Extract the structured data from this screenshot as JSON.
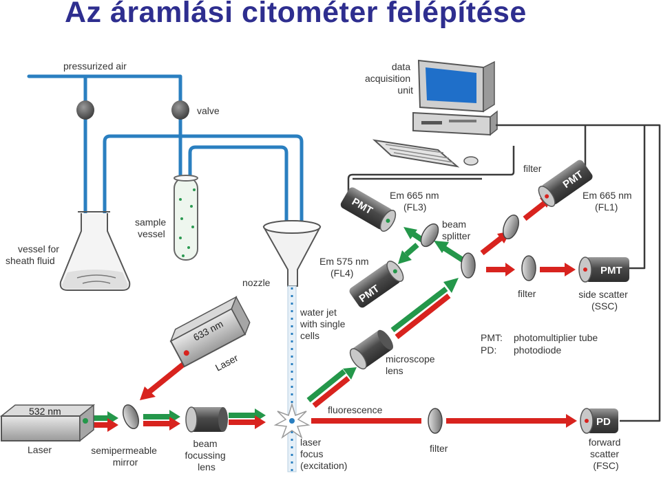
{
  "title": "Az áramlási citométer felépítése",
  "labels": {
    "pressurized_air": "pressurized air",
    "valve": "valve",
    "data_acquisition": [
      "data",
      "acquisition",
      "unit"
    ],
    "sample_vessel": [
      "sample",
      "vessel"
    ],
    "vessel_sheath": [
      "vessel for",
      "sheath fluid"
    ],
    "nozzle": "nozzle",
    "water_jet": [
      "water jet",
      "with single",
      "cells"
    ],
    "laser_633": "633 nm",
    "laser_633_word": "Laser",
    "laser_532": "532 nm",
    "laser_532_word": "Laser",
    "semipermeable_mirror": [
      "semipermeable",
      "mirror"
    ],
    "beam_focussing_lens": [
      "beam",
      "focussing",
      "lens"
    ],
    "laser_focus": [
      "laser",
      "focus",
      "(excitation)"
    ],
    "fluorescence": "fluorescence",
    "filter_bottom": "filter",
    "forward_scatter": [
      "forward",
      "scatter",
      "(FSC)"
    ],
    "pd_box": "PD",
    "microscope_lens": [
      "microscope",
      "lens"
    ],
    "beam_splitter": [
      "beam",
      "splitter"
    ],
    "em665_fl3": [
      "Em 665 nm",
      "(FL3)"
    ],
    "em575_fl4": [
      "Em 575 nm",
      "(FL4)"
    ],
    "em665_fl1": [
      "Em 665 nm",
      "(FL1)"
    ],
    "filter_top": "filter",
    "filter_mid": "filter",
    "side_scatter": [
      "side scatter",
      "(SSC)"
    ],
    "pmt": "PMT"
  },
  "legend": {
    "rows": [
      {
        "abbr": "PMT:",
        "desc": "photomultiplier tube"
      },
      {
        "abbr": "PD:",
        "desc": "photodiode"
      }
    ]
  },
  "colors": {
    "title": "#2e2e8f",
    "tube": "#2a7fc0",
    "red_beam": "#d8231e",
    "green_beam": "#24974a",
    "device_dark": "#555555",
    "device_light": "#bdbdbd"
  }
}
